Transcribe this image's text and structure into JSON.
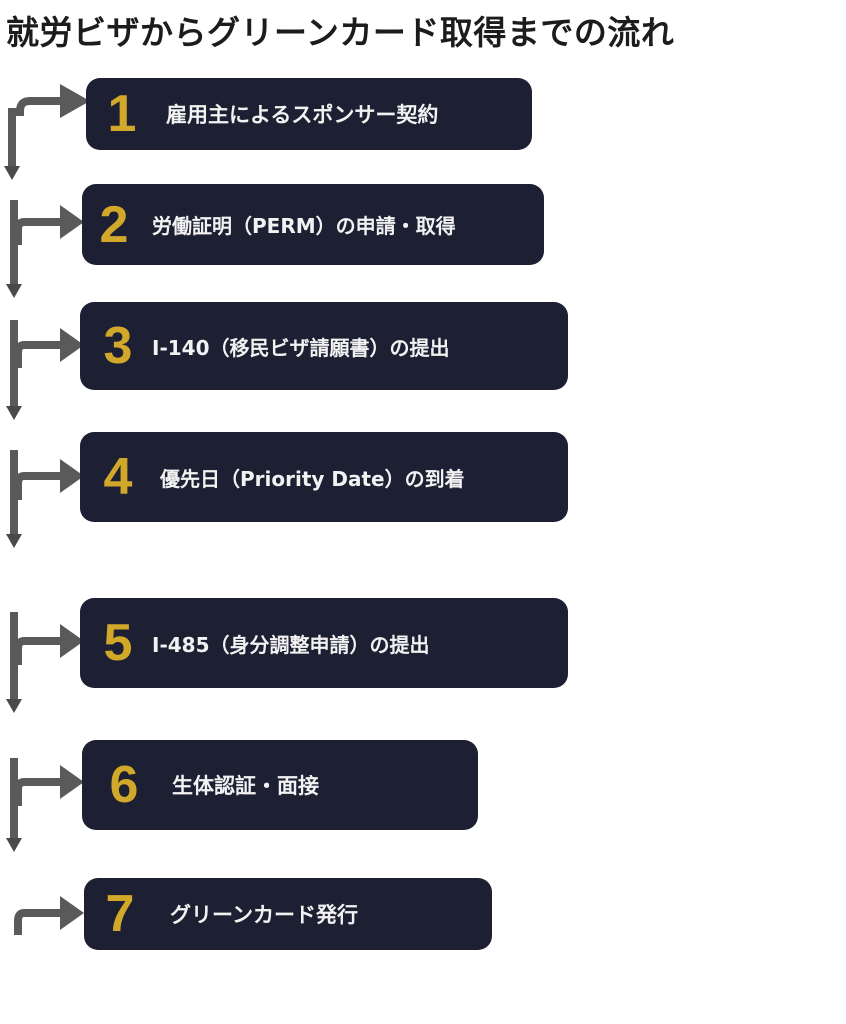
{
  "title": "就労ビザからグリーンカード取得までの流れ",
  "steps": [
    {
      "number": "1",
      "label": "雇用主によるスポンサー契約"
    },
    {
      "number": "2",
      "label": "労働証明（PERM）の申請・取得"
    },
    {
      "number": "3",
      "label": "I-140（移民ビザ請願書）の提出"
    },
    {
      "number": "4",
      "label": "優先日（Priority Date）の到着"
    },
    {
      "number": "5",
      "label": "I-485（身分調整申請）の提出"
    },
    {
      "number": "6",
      "label": "生体認証・面接"
    },
    {
      "number": "7",
      "label": "グリーンカード発行"
    }
  ],
  "notes": {
    "step4": [],
    "step5": [],
    "step6": [],
    "step7": []
  },
  "colors": {
    "box": "#1d1f33",
    "number": "#d2a82a",
    "label": "#f2f2f2",
    "arrow": "#5a5a5a"
  }
}
